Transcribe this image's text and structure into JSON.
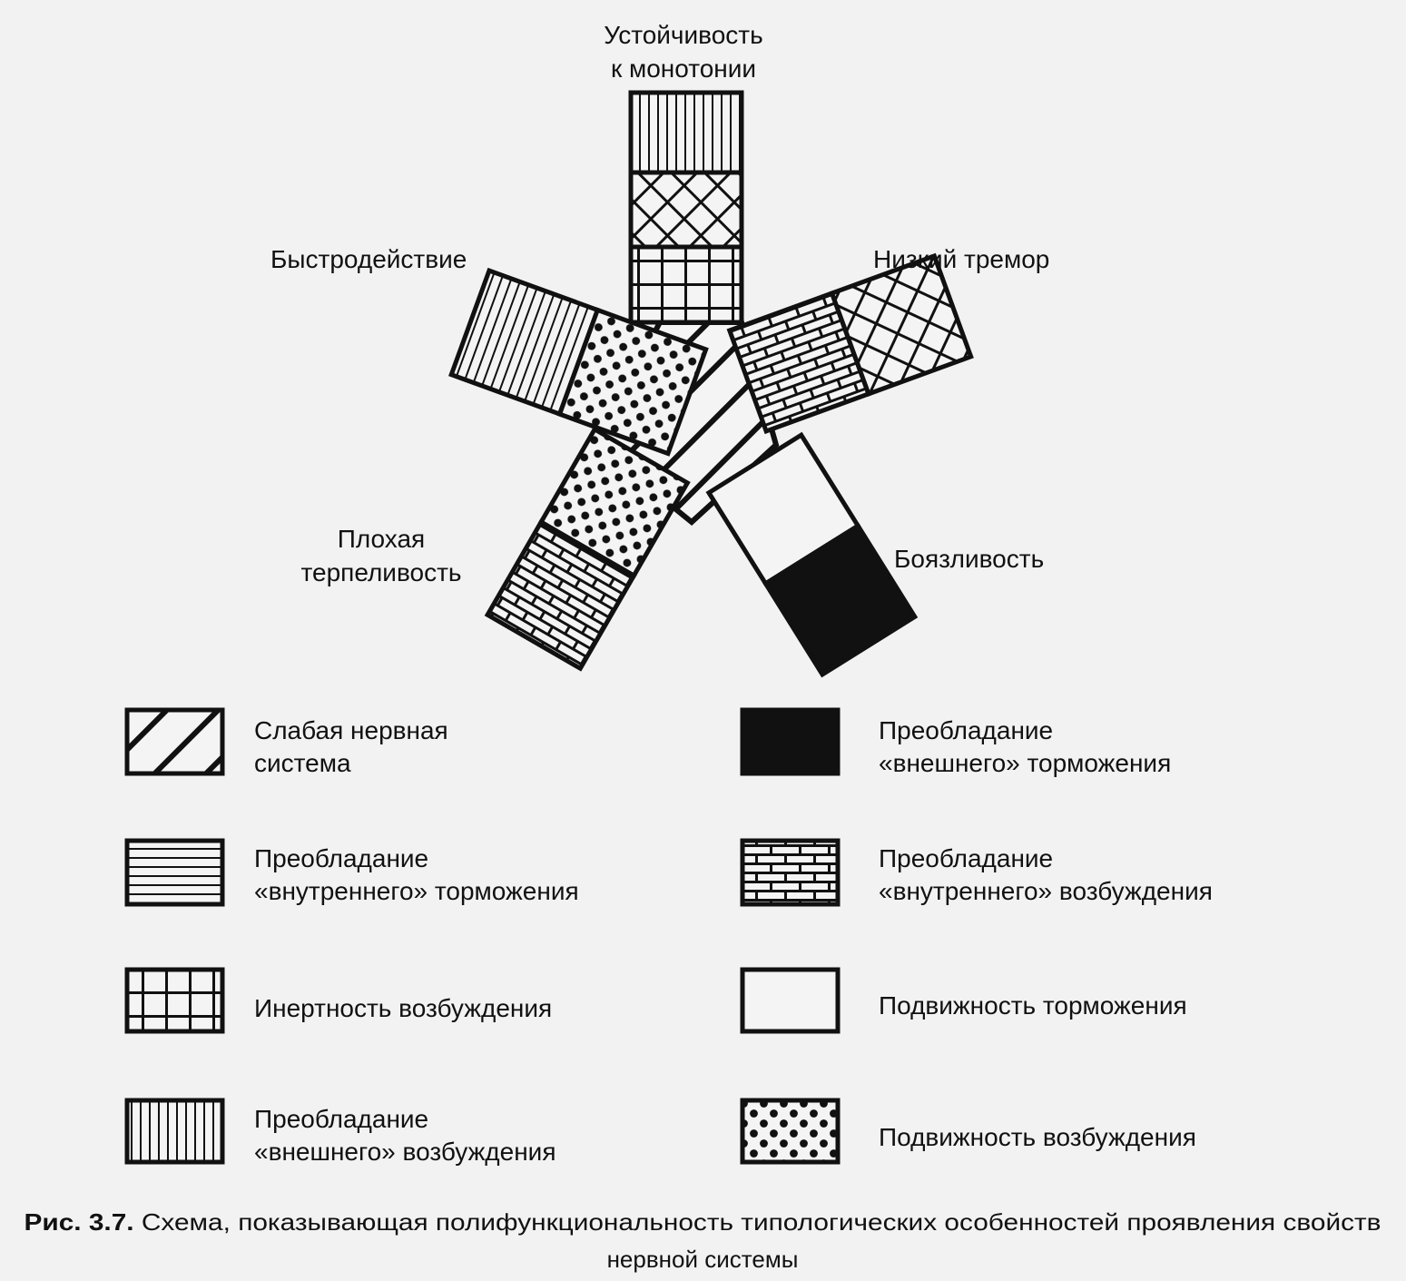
{
  "labels": {
    "top_1": "Устойчивость",
    "top_2": "к монотонии",
    "upper_left": "Быстродействие",
    "upper_right": "Низкий тремор",
    "lower_left_1": "Плохая",
    "lower_left_2": "терпеливость",
    "lower_right": "Боязливость"
  },
  "legend": [
    {
      "pattern": "diagonal",
      "line1": "Слабая нервная",
      "line2": "система"
    },
    {
      "pattern": "solid",
      "line1": "Преобладание",
      "line2": "«внешнего» торможения"
    },
    {
      "pattern": "horizontal",
      "line1": "Преобладание",
      "line2": "«внутреннего» торможения"
    },
    {
      "pattern": "brick",
      "line1": "Преобладание",
      "line2": "«внутреннего» возбуждения"
    },
    {
      "pattern": "grid",
      "line1": "Инертность возбуждения",
      "line2": ""
    },
    {
      "pattern": "blank",
      "line1": "Подвижность торможения",
      "line2": ""
    },
    {
      "pattern": "vertical",
      "line1": "Преобладание",
      "line2": "«внешнего» возбуждения"
    },
    {
      "pattern": "dots",
      "line1": "Подвижность возбуждения",
      "line2": ""
    }
  ],
  "caption": {
    "figure": "Рис. 3.7.",
    "line1": "Схема, показывающая полифункциональность типологических особенностей проявления свойств",
    "line2": "нервной системы"
  },
  "colors": {
    "ink": "#111111",
    "paper": "#f2f2f2"
  }
}
